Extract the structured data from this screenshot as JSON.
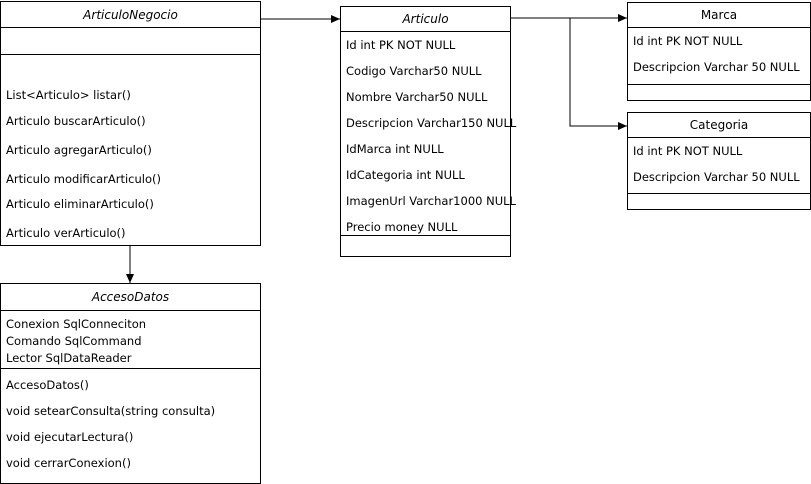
{
  "articulo_negocio": {
    "name": "ArticuloNegocio",
    "methods": [
      "List<Articulo> listar()",
      "Articulo buscarArticulo()",
      "Articulo agregarArticulo()",
      "Articulo modificarArticulo()",
      "Articulo eliminarArticulo()",
      "Articulo verArticulo()"
    ]
  },
  "acceso_datos": {
    "name": "AccesoDatos",
    "attributes": [
      "Conexion SqlConneciton",
      "Comando SqlCommand",
      "Lector SqlDataReader"
    ],
    "methods": [
      "AccesoDatos()",
      "void setearConsulta(string consulta)",
      "void ejecutarLectura()",
      "void cerrarConexion()"
    ]
  },
  "articulo": {
    "name": "Articulo",
    "fields": [
      "Id int PK NOT NULL",
      "Codigo Varchar50 NULL",
      "Nombre Varchar50 NULL",
      "Descripcion Varchar150 NULL",
      "IdMarca int NULL",
      "IdCategoria int NULL",
      "ImagenUrl Varchar1000 NULL",
      "Precio money NULL"
    ]
  },
  "marca": {
    "name": "Marca",
    "fields": [
      "Id int PK NOT NULL",
      "Descripcion Varchar 50 NULL"
    ]
  },
  "categoria": {
    "name": "Categoria",
    "fields": [
      "Id int PK NOT NULL",
      "Descripcion Varchar 50 NULL"
    ]
  },
  "colors": {
    "line": "#000000",
    "background": "#ffffff"
  }
}
